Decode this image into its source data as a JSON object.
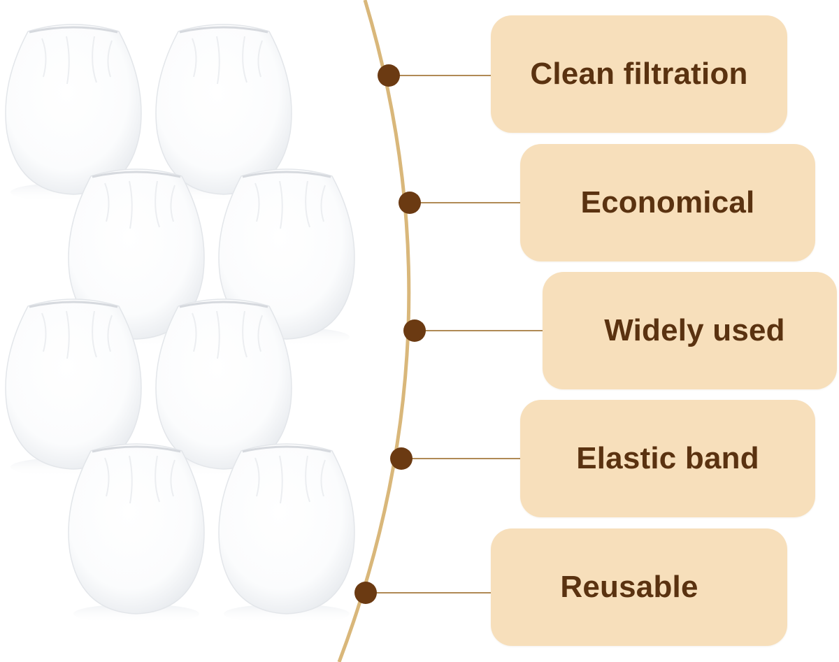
{
  "colors": {
    "card_fill": "#F7DFBB",
    "label_text": "#5A3210",
    "dot": "#6B3A12",
    "curve": "#D9B77A",
    "connector": "#B08A55",
    "bag_fill": "#FFFFFF",
    "bag_shade": "#EEF0F3"
  },
  "illustration": {
    "subject": "white mesh filter bags with elastic band",
    "icon": "filter-bag-icon"
  },
  "features": [
    {
      "label": "Clean filtration"
    },
    {
      "label": "Economical"
    },
    {
      "label": "Widely used"
    },
    {
      "label": "Elastic band"
    },
    {
      "label": "Reusable"
    }
  ]
}
